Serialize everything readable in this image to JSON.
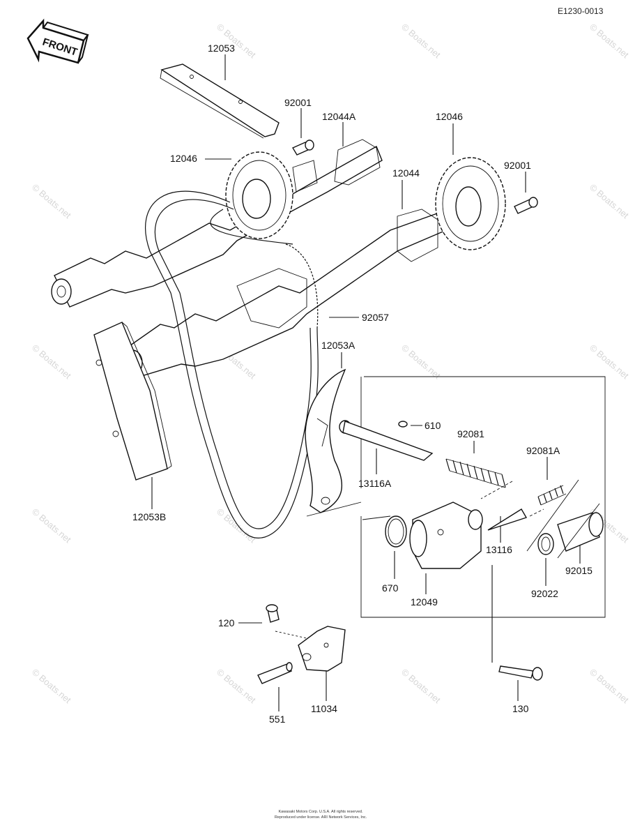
{
  "diagram": {
    "ref_code": "E1230-0013",
    "front_label": "FRONT",
    "watermark": "© Boats.net",
    "parts": [
      {
        "id": "p12053",
        "label": "12053"
      },
      {
        "id": "p92001a",
        "label": "92001"
      },
      {
        "id": "p12044A",
        "label": "12044A"
      },
      {
        "id": "p12046a",
        "label": "12046"
      },
      {
        "id": "p12046b",
        "label": "12046"
      },
      {
        "id": "p12044",
        "label": "12044"
      },
      {
        "id": "p92001b",
        "label": "92001"
      },
      {
        "id": "p92057",
        "label": "92057"
      },
      {
        "id": "p12053A",
        "label": "12053A"
      },
      {
        "id": "p610",
        "label": "610"
      },
      {
        "id": "p92081",
        "label": "92081"
      },
      {
        "id": "p92081A",
        "label": "92081A"
      },
      {
        "id": "p13116A",
        "label": "13116A"
      },
      {
        "id": "p12053B",
        "label": "12053B"
      },
      {
        "id": "p13116",
        "label": "13116"
      },
      {
        "id": "p92015",
        "label": "92015"
      },
      {
        "id": "p670",
        "label": "670"
      },
      {
        "id": "p12049",
        "label": "12049"
      },
      {
        "id": "p92022",
        "label": "92022"
      },
      {
        "id": "p120",
        "label": "120"
      },
      {
        "id": "p11034",
        "label": "11034"
      },
      {
        "id": "p551",
        "label": "551"
      },
      {
        "id": "p130",
        "label": "130"
      }
    ],
    "footer_line1": "Kawasaki Motors Corp. U.S.A. All rights reserved.",
    "footer_line2": "Reproduced under license. ARI Network Services, Inc."
  }
}
